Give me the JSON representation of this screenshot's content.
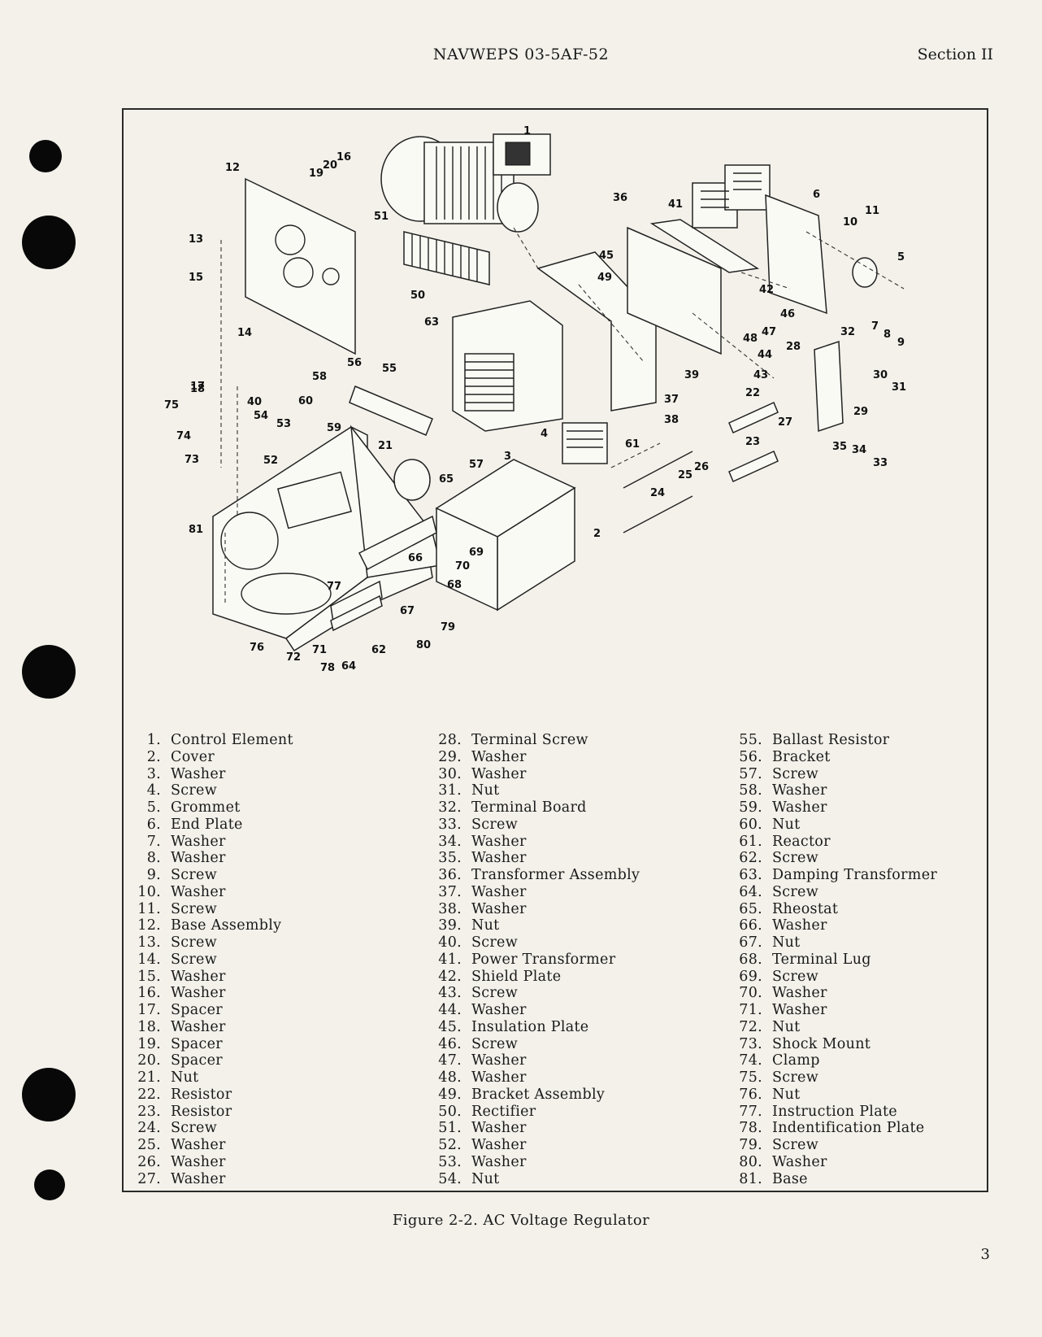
{
  "header": {
    "doc_id": "NAVWEPS 03-5AF-52",
    "section": "Section II"
  },
  "figure": {
    "callouts": [
      "1",
      "2",
      "3",
      "4",
      "5",
      "6",
      "7",
      "8",
      "9",
      "10",
      "11",
      "12",
      "13",
      "14",
      "15",
      "16",
      "17",
      "18",
      "19",
      "20",
      "21",
      "22",
      "23",
      "24",
      "25",
      "26",
      "27",
      "28",
      "29",
      "30",
      "31",
      "32",
      "33",
      "34",
      "35",
      "36",
      "37",
      "38",
      "39",
      "40",
      "41",
      "42",
      "43",
      "44",
      "45",
      "46",
      "47",
      "48",
      "49",
      "50",
      "51",
      "52",
      "53",
      "54",
      "55",
      "56",
      "57",
      "58",
      "59",
      "60",
      "61",
      "62",
      "63",
      "64",
      "65",
      "66",
      "67",
      "68",
      "69",
      "70",
      "71",
      "72",
      "73",
      "74",
      "75",
      "76",
      "77",
      "78",
      "79",
      "80",
      "81"
    ],
    "caption": "Figure 2-2.  AC Voltage Regulator"
  },
  "parts": [
    {
      "num": "1.",
      "name": "Control Element"
    },
    {
      "num": "2.",
      "name": "Cover"
    },
    {
      "num": "3.",
      "name": "Washer"
    },
    {
      "num": "4.",
      "name": "Screw"
    },
    {
      "num": "5.",
      "name": "Grommet"
    },
    {
      "num": "6.",
      "name": "End Plate"
    },
    {
      "num": "7.",
      "name": "Washer"
    },
    {
      "num": "8.",
      "name": "Washer"
    },
    {
      "num": "9.",
      "name": "Screw"
    },
    {
      "num": "10.",
      "name": "Washer"
    },
    {
      "num": "11.",
      "name": "Screw"
    },
    {
      "num": "12.",
      "name": "Base Assembly"
    },
    {
      "num": "13.",
      "name": "Screw"
    },
    {
      "num": "14.",
      "name": "Screw"
    },
    {
      "num": "15.",
      "name": "Washer"
    },
    {
      "num": "16.",
      "name": "Washer"
    },
    {
      "num": "17.",
      "name": "Spacer"
    },
    {
      "num": "18.",
      "name": "Washer"
    },
    {
      "num": "19.",
      "name": "Spacer"
    },
    {
      "num": "20.",
      "name": "Spacer"
    },
    {
      "num": "21.",
      "name": "Nut"
    },
    {
      "num": "22.",
      "name": "Resistor"
    },
    {
      "num": "23.",
      "name": "Resistor"
    },
    {
      "num": "24.",
      "name": "Screw"
    },
    {
      "num": "25.",
      "name": "Washer"
    },
    {
      "num": "26.",
      "name": "Washer"
    },
    {
      "num": "27.",
      "name": "Washer"
    },
    {
      "num": "28.",
      "name": "Terminal Screw"
    },
    {
      "num": "29.",
      "name": "Washer"
    },
    {
      "num": "30.",
      "name": "Washer"
    },
    {
      "num": "31.",
      "name": "Nut"
    },
    {
      "num": "32.",
      "name": "Terminal Board"
    },
    {
      "num": "33.",
      "name": "Screw"
    },
    {
      "num": "34.",
      "name": "Washer"
    },
    {
      "num": "35.",
      "name": "Washer"
    },
    {
      "num": "36.",
      "name": "Transformer Assembly"
    },
    {
      "num": "37.",
      "name": "Washer"
    },
    {
      "num": "38.",
      "name": "Washer"
    },
    {
      "num": "39.",
      "name": "Nut"
    },
    {
      "num": "40.",
      "name": "Screw"
    },
    {
      "num": "41.",
      "name": "Power Transformer"
    },
    {
      "num": "42.",
      "name": "Shield Plate"
    },
    {
      "num": "43.",
      "name": "Screw"
    },
    {
      "num": "44.",
      "name": "Washer"
    },
    {
      "num": "45.",
      "name": "Insulation Plate"
    },
    {
      "num": "46.",
      "name": "Screw"
    },
    {
      "num": "47.",
      "name": "Washer"
    },
    {
      "num": "48.",
      "name": "Washer"
    },
    {
      "num": "49.",
      "name": "Bracket Assembly"
    },
    {
      "num": "50.",
      "name": "Rectifier"
    },
    {
      "num": "51.",
      "name": "Washer"
    },
    {
      "num": "52.",
      "name": "Washer"
    },
    {
      "num": "53.",
      "name": "Washer"
    },
    {
      "num": "54.",
      "name": "Nut"
    },
    {
      "num": "55.",
      "name": "Ballast Resistor"
    },
    {
      "num": "56.",
      "name": "Bracket"
    },
    {
      "num": "57.",
      "name": "Screw"
    },
    {
      "num": "58.",
      "name": "Washer"
    },
    {
      "num": "59.",
      "name": "Washer"
    },
    {
      "num": "60.",
      "name": "Nut"
    },
    {
      "num": "61.",
      "name": "Reactor"
    },
    {
      "num": "62.",
      "name": "Screw"
    },
    {
      "num": "63.",
      "name": "Damping Transformer"
    },
    {
      "num": "64.",
      "name": "Screw"
    },
    {
      "num": "65.",
      "name": "Rheostat"
    },
    {
      "num": "66.",
      "name": "Washer"
    },
    {
      "num": "67.",
      "name": "Nut"
    },
    {
      "num": "68.",
      "name": "Terminal Lug"
    },
    {
      "num": "69.",
      "name": "Screw"
    },
    {
      "num": "70.",
      "name": "Washer"
    },
    {
      "num": "71.",
      "name": "Washer"
    },
    {
      "num": "72.",
      "name": "Nut"
    },
    {
      "num": "73.",
      "name": "Shock Mount"
    },
    {
      "num": "74.",
      "name": "Clamp"
    },
    {
      "num": "75.",
      "name": "Screw"
    },
    {
      "num": "76.",
      "name": "Nut"
    },
    {
      "num": "77.",
      "name": "Instruction Plate"
    },
    {
      "num": "78.",
      "name": "Indentification Plate"
    },
    {
      "num": "79.",
      "name": "Screw"
    },
    {
      "num": "80.",
      "name": "Washer"
    },
    {
      "num": "81.",
      "name": "Base"
    }
  ],
  "page_number": "3"
}
